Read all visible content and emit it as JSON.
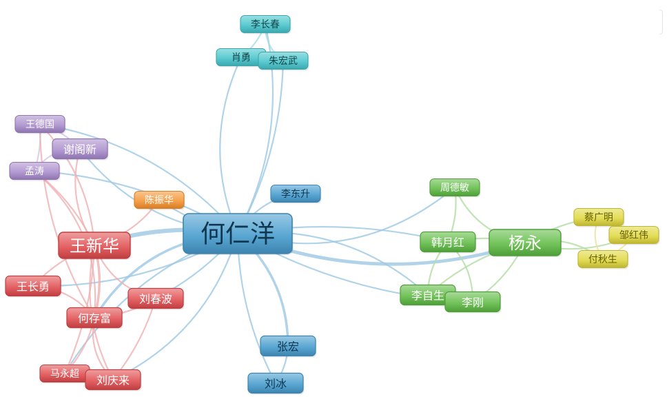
{
  "palette": {
    "blue": {
      "fill": "#5aa7d3",
      "stroke": "#3d84b0",
      "text": "#10374f",
      "edge": "#9cc8e4"
    },
    "cyan": {
      "fill": "#5ccbd1",
      "stroke": "#3aa7ad",
      "text": "#0f4548",
      "edge": "#a9dde3"
    },
    "purple": {
      "fill": "#b49bd2",
      "stroke": "#8e74b0",
      "text": "#ffffff",
      "edge": "#d3c6e3"
    },
    "orange": {
      "fill": "#f6a14c",
      "stroke": "#d67d24",
      "text": "#ffffff",
      "edge": "#f2c89c"
    },
    "red": {
      "fill": "#e46264",
      "stroke": "#bf3e41",
      "text": "#ffffff",
      "edge": "#efb0b2"
    },
    "green": {
      "fill": "#72c35a",
      "stroke": "#4f9e39",
      "text": "#ffffff",
      "edge": "#b3dca4"
    },
    "yellow": {
      "fill": "#e4dd57",
      "stroke": "#beb632",
      "text": "#666000",
      "edge": "#e9e4a5"
    }
  },
  "nodes": [
    {
      "id": "n1",
      "label": "何仁洋",
      "group": "blue",
      "size": "xl"
    },
    {
      "id": "n2",
      "label": "李长春",
      "group": "cyan",
      "size": "s"
    },
    {
      "id": "n3",
      "label": "肖勇",
      "group": "cyan",
      "size": "s"
    },
    {
      "id": "n4",
      "label": "朱宏武",
      "group": "cyan",
      "size": "s"
    },
    {
      "id": "n5",
      "label": "王德国",
      "group": "purple",
      "size": "s"
    },
    {
      "id": "n6",
      "label": "谢阁新",
      "group": "purple",
      "size": "m"
    },
    {
      "id": "n7",
      "label": "孟涛",
      "group": "purple",
      "size": "s"
    },
    {
      "id": "n8",
      "label": "陈振华",
      "group": "orange",
      "size": "s"
    },
    {
      "id": "n9",
      "label": "李东升",
      "group": "blue",
      "size": "s"
    },
    {
      "id": "n10",
      "label": "王新华",
      "group": "red",
      "size": "l"
    },
    {
      "id": "n11",
      "label": "王长勇",
      "group": "red",
      "size": "m"
    },
    {
      "id": "n12",
      "label": "何存富",
      "group": "red",
      "size": "m"
    },
    {
      "id": "n13",
      "label": "刘春波",
      "group": "red",
      "size": "m"
    },
    {
      "id": "n14",
      "label": "马永超",
      "group": "red",
      "size": "s"
    },
    {
      "id": "n15",
      "label": "刘庆来",
      "group": "red",
      "size": "m"
    },
    {
      "id": "n16",
      "label": "张宏",
      "group": "blue",
      "size": "m"
    },
    {
      "id": "n17",
      "label": "刘冰",
      "group": "blue",
      "size": "m"
    },
    {
      "id": "n18",
      "label": "周德敏",
      "group": "green",
      "size": "s"
    },
    {
      "id": "n19",
      "label": "韩月红",
      "group": "green",
      "size": "m"
    },
    {
      "id": "n20",
      "label": "杨永",
      "group": "green",
      "size": "l"
    },
    {
      "id": "n21",
      "label": "李自生",
      "group": "green",
      "size": "m"
    },
    {
      "id": "n22",
      "label": "李刚",
      "group": "green",
      "size": "m"
    },
    {
      "id": "n23",
      "label": "蔡广明",
      "group": "yellow",
      "size": "s"
    },
    {
      "id": "n24",
      "label": "邹红伟",
      "group": "yellow",
      "size": "s"
    },
    {
      "id": "n25",
      "label": "付秋生",
      "group": "yellow",
      "size": "s"
    }
  ],
  "edges": [
    {
      "from": "n1",
      "to": "n2",
      "weight": 1
    },
    {
      "from": "n1",
      "to": "n3",
      "weight": 1
    },
    {
      "from": "n1",
      "to": "n4",
      "weight": 1
    },
    {
      "from": "n2",
      "to": "n3",
      "weight": 1
    },
    {
      "from": "n2",
      "to": "n4",
      "weight": 1
    },
    {
      "from": "n3",
      "to": "n4",
      "weight": 1
    },
    {
      "from": "n1",
      "to": "n5",
      "weight": 1
    },
    {
      "from": "n1",
      "to": "n6",
      "weight": 1
    },
    {
      "from": "n1",
      "to": "n7",
      "weight": 1
    },
    {
      "from": "n5",
      "to": "n6",
      "weight": 1
    },
    {
      "from": "n6",
      "to": "n7",
      "weight": 1
    },
    {
      "from": "n5",
      "to": "n7",
      "weight": 1
    },
    {
      "from": "n10",
      "to": "n5",
      "weight": 1
    },
    {
      "from": "n10",
      "to": "n6",
      "weight": 1
    },
    {
      "from": "n10",
      "to": "n7",
      "weight": 1
    },
    {
      "from": "n12",
      "to": "n5",
      "weight": 1
    },
    {
      "from": "n12",
      "to": "n7",
      "weight": 1
    },
    {
      "from": "n1",
      "to": "n8",
      "weight": 1
    },
    {
      "from": "n10",
      "to": "n8",
      "weight": 1
    },
    {
      "from": "n1",
      "to": "n9",
      "weight": 1
    },
    {
      "from": "n1",
      "to": "n10",
      "weight": 4
    },
    {
      "from": "n1",
      "to": "n11",
      "weight": 1
    },
    {
      "from": "n1",
      "to": "n12",
      "weight": 2
    },
    {
      "from": "n1",
      "to": "n13",
      "weight": 1
    },
    {
      "from": "n1",
      "to": "n14",
      "weight": 1
    },
    {
      "from": "n1",
      "to": "n15",
      "weight": 1
    },
    {
      "from": "n10",
      "to": "n11",
      "weight": 1
    },
    {
      "from": "n10",
      "to": "n12",
      "weight": 2
    },
    {
      "from": "n10",
      "to": "n13",
      "weight": 1
    },
    {
      "from": "n10",
      "to": "n14",
      "weight": 1
    },
    {
      "from": "n10",
      "to": "n15",
      "weight": 1
    },
    {
      "from": "n11",
      "to": "n12",
      "weight": 1
    },
    {
      "from": "n12",
      "to": "n13",
      "weight": 1
    },
    {
      "from": "n12",
      "to": "n14",
      "weight": 1
    },
    {
      "from": "n12",
      "to": "n15",
      "weight": 1
    },
    {
      "from": "n13",
      "to": "n15",
      "weight": 1
    },
    {
      "from": "n14",
      "to": "n15",
      "weight": 1
    },
    {
      "from": "n1",
      "to": "n16",
      "weight": 2
    },
    {
      "from": "n1",
      "to": "n17",
      "weight": 1
    },
    {
      "from": "n16",
      "to": "n17",
      "weight": 1
    },
    {
      "from": "n1",
      "to": "n18",
      "weight": 1
    },
    {
      "from": "n1",
      "to": "n19",
      "weight": 1
    },
    {
      "from": "n1",
      "to": "n20",
      "weight": 3
    },
    {
      "from": "n1",
      "to": "n21",
      "weight": 1
    },
    {
      "from": "n1",
      "to": "n22",
      "weight": 1
    },
    {
      "from": "n18",
      "to": "n19",
      "weight": 1
    },
    {
      "from": "n18",
      "to": "n20",
      "weight": 1
    },
    {
      "from": "n19",
      "to": "n20",
      "weight": 1
    },
    {
      "from": "n19",
      "to": "n21",
      "weight": 1
    },
    {
      "from": "n19",
      "to": "n22",
      "weight": 1
    },
    {
      "from": "n20",
      "to": "n21",
      "weight": 1
    },
    {
      "from": "n20",
      "to": "n22",
      "weight": 1
    },
    {
      "from": "n21",
      "to": "n22",
      "weight": 1
    },
    {
      "from": "n20",
      "to": "n23",
      "weight": 1
    },
    {
      "from": "n20",
      "to": "n24",
      "weight": 1
    },
    {
      "from": "n20",
      "to": "n25",
      "weight": 1
    },
    {
      "from": "n23",
      "to": "n24",
      "weight": 1
    },
    {
      "from": "n24",
      "to": "n25",
      "weight": 1
    },
    {
      "from": "n23",
      "to": "n25",
      "weight": 1
    }
  ]
}
